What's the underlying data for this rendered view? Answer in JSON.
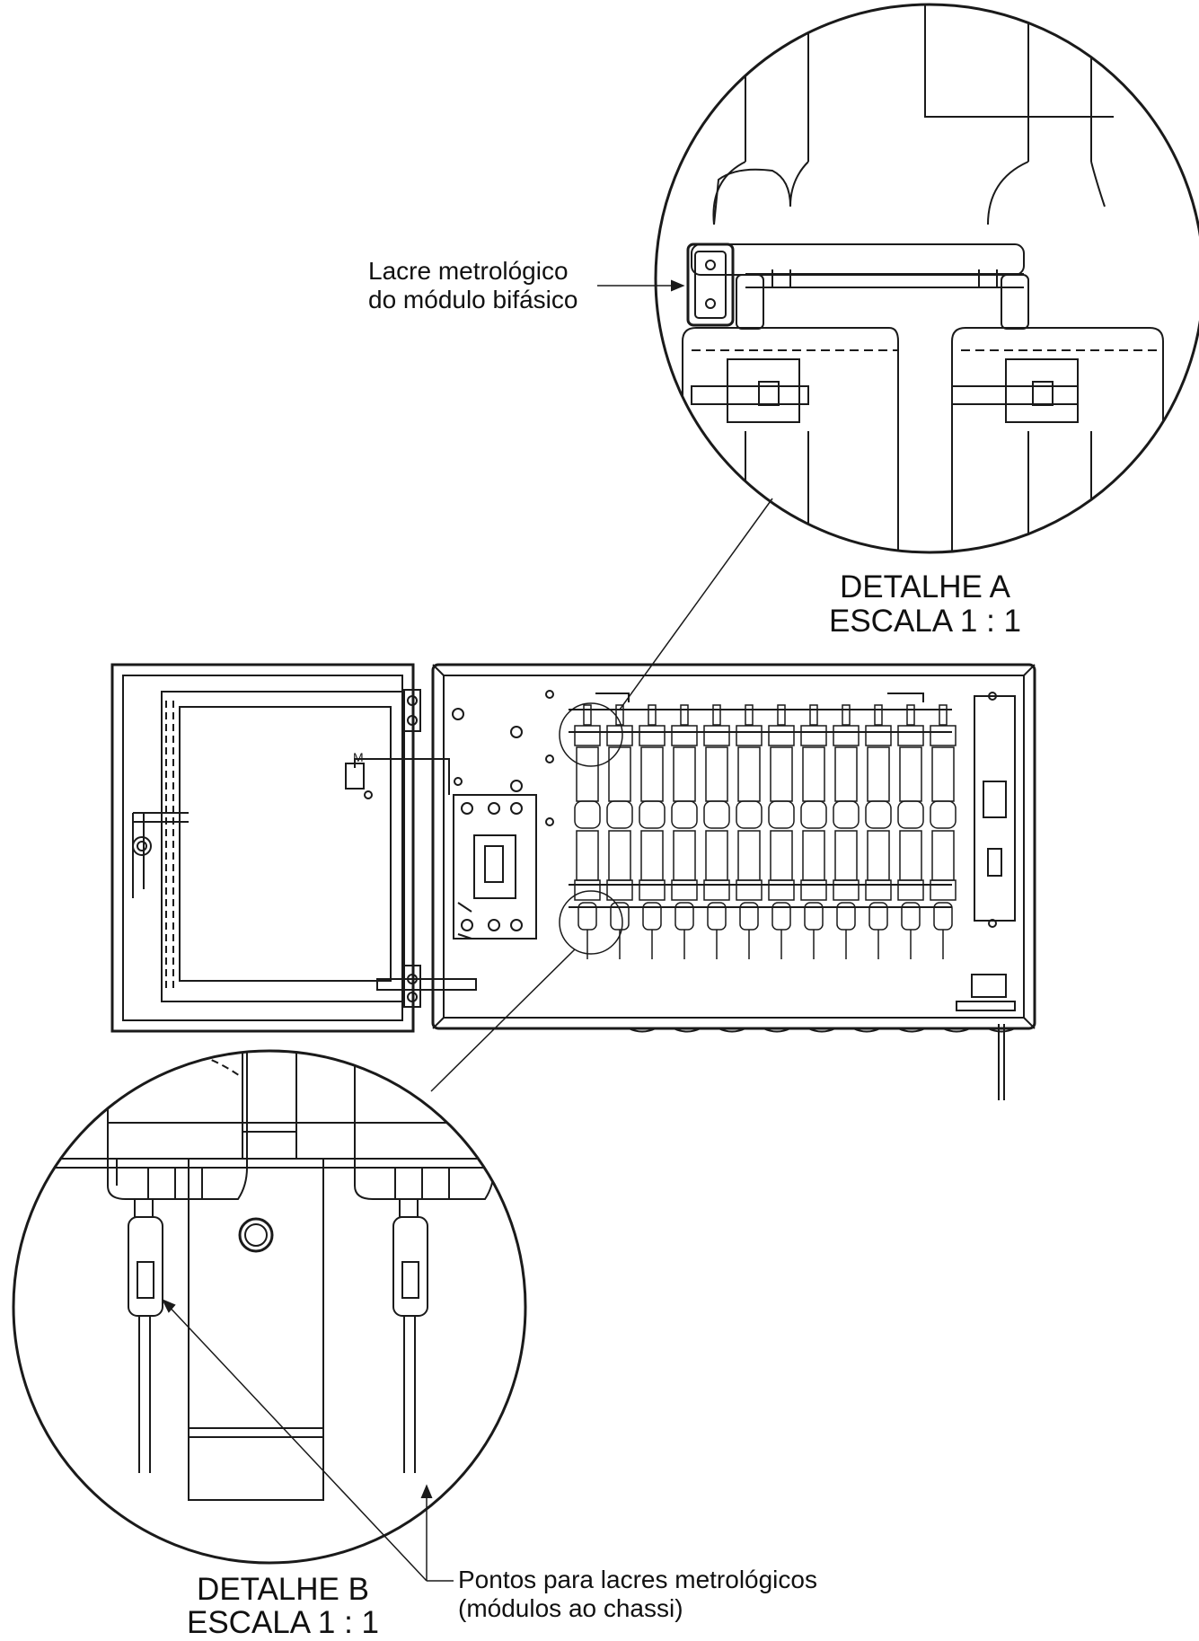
{
  "detail_a": {
    "title": "DETALHE A",
    "scale": "ESCALA 1 : 1"
  },
  "detail_b": {
    "title": "DETALHE B",
    "scale": "ESCALA 1 : 1"
  },
  "callouts": {
    "bifasico_seal_line1": "Lacre metrológico",
    "bifasico_seal_line2": "do módulo bifásico",
    "chassis_seals_line1": "Pontos para lacres metrológicos",
    "chassis_seals_line2": "(módulos ao chassi)"
  },
  "door_label": "M",
  "colors": {
    "stroke": "#1a1a1a",
    "background": "#ffffff"
  }
}
